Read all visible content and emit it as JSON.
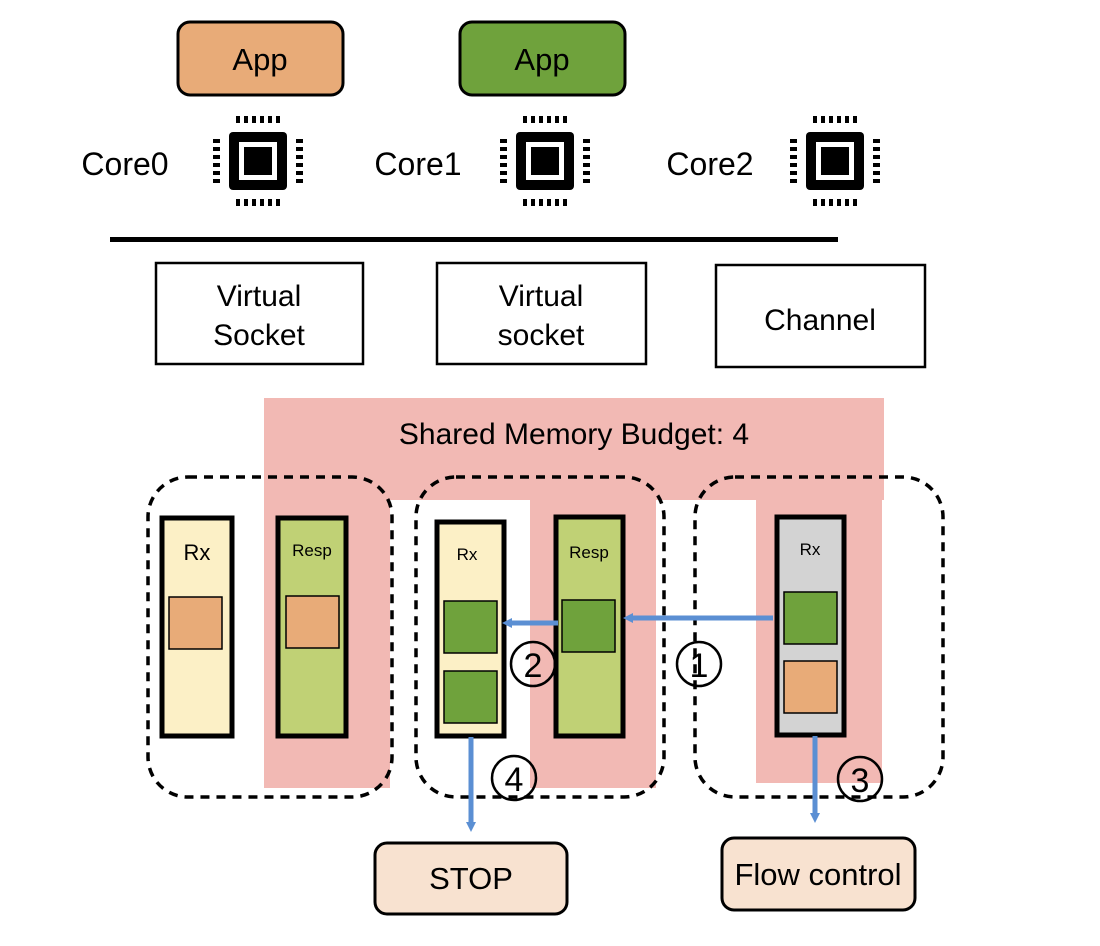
{
  "apps": [
    {
      "label": "App",
      "color": "#E8AB78"
    },
    {
      "label": "App",
      "color": "#6FA23C"
    }
  ],
  "cores": [
    {
      "label": "Core0"
    },
    {
      "label": "Core1"
    },
    {
      "label": "Core2"
    }
  ],
  "sockets": [
    {
      "line1": "Virtual",
      "line2": "Socket"
    },
    {
      "line1": "Virtual",
      "line2": "socket"
    },
    {
      "label": "Channel"
    }
  ],
  "budget": {
    "label": "Shared Memory Budget: 4",
    "color": "#F2B9B4"
  },
  "groups": [
    {
      "queues": [
        {
          "label": "Rx",
          "fill": "#FCF0C6",
          "packets": [
            "#E8AB78"
          ]
        },
        {
          "label": "Resp",
          "fill": "#C0D175",
          "packets": [
            "#E8AB78"
          ]
        }
      ]
    },
    {
      "queues": [
        {
          "label": "Rx",
          "fill": "#FCF0C6",
          "packets": [
            "#6FA23C",
            "#6FA23C"
          ]
        },
        {
          "label": "Resp",
          "fill": "#C0D175",
          "packets": [
            "#6FA23C"
          ]
        }
      ]
    },
    {
      "queues": [
        {
          "label": "Rx",
          "fill": "#D3D3D3",
          "packets": [
            "#6FA23C",
            "#E8AB78"
          ]
        }
      ]
    }
  ],
  "steps": [
    "①",
    "②",
    "③",
    "④"
  ],
  "step_labels": {
    "s1": "1",
    "s2": "2",
    "s3": "3",
    "s4": "4"
  },
  "outcomes": {
    "stop": "STOP",
    "flow_control": "Flow control",
    "fill": "#F8E2D0"
  },
  "arrow_color": "#5B8FD3"
}
